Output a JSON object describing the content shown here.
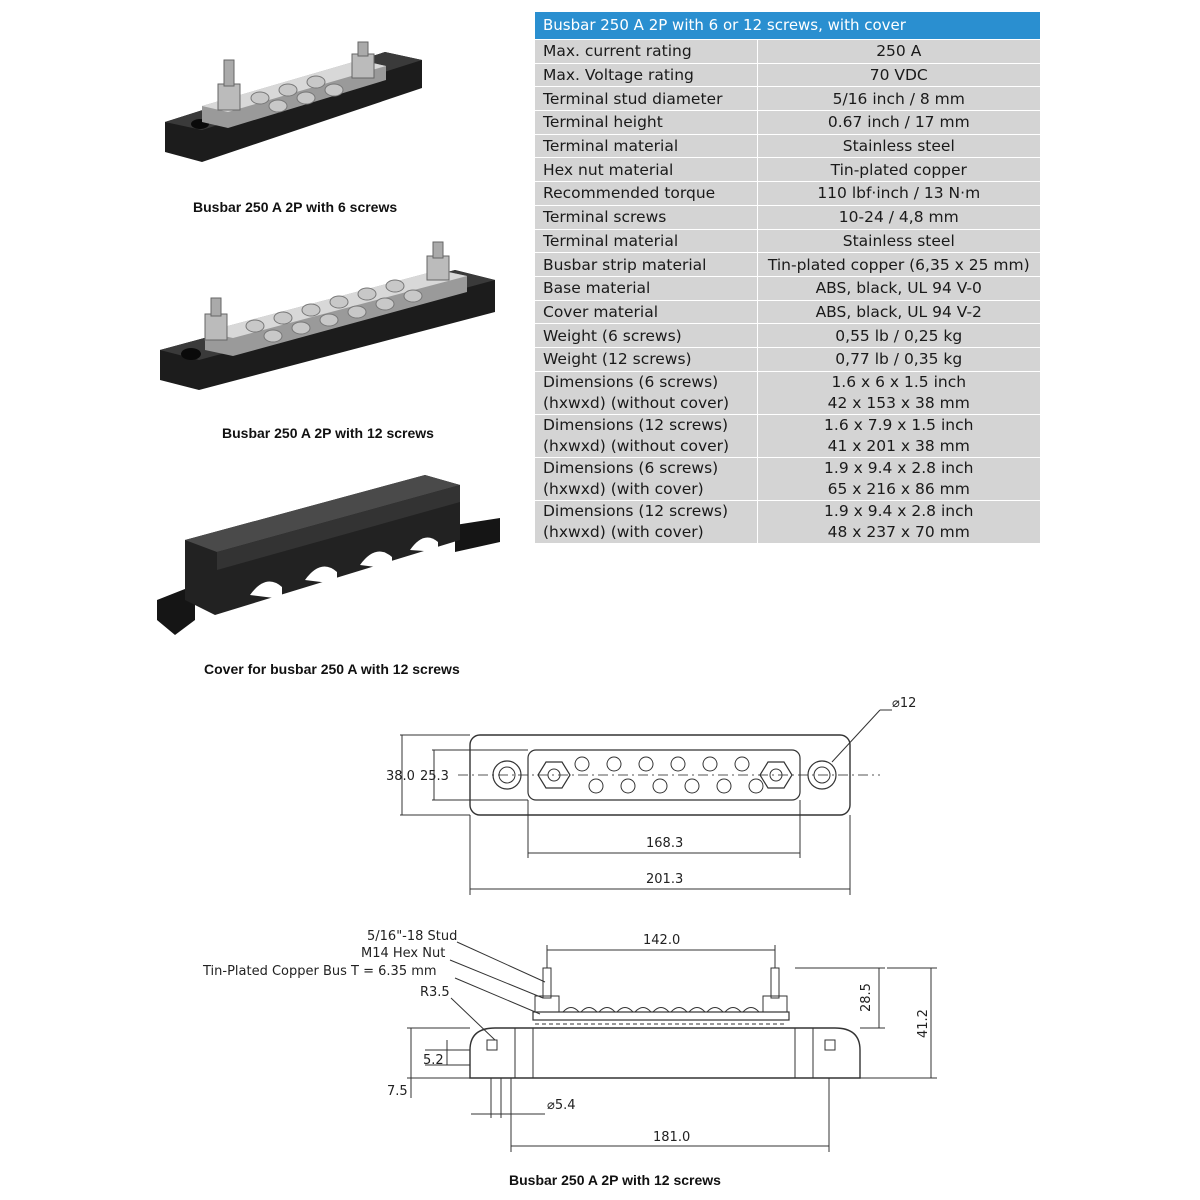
{
  "captions": {
    "photo1": "Busbar 250 A 2P with 6 screws",
    "photo2": "Busbar 250 A 2P with 12 screws",
    "photo3": "Cover for busbar 250 A with 12 screws",
    "drawing": "Busbar 250 A 2P with 12 screws"
  },
  "spec_table": {
    "header": "Busbar 250 A 2P with 6 or 12 screws, with cover",
    "rows": [
      {
        "label": "Max. current rating",
        "value": "250 A"
      },
      {
        "label": "Max. Voltage rating",
        "value": "70 VDC"
      },
      {
        "label": "Terminal stud diameter",
        "value": "5/16 inch / 8 mm"
      },
      {
        "label": "Terminal height",
        "value": "0.67 inch / 17 mm"
      },
      {
        "label": "Terminal material",
        "value": "Stainless steel"
      },
      {
        "label": "Hex nut material",
        "value": "Tin-plated copper"
      },
      {
        "label": "Recommended torque",
        "value": "110 lbf·inch / 13 N·m"
      },
      {
        "label": "Terminal screws",
        "value": "10-24 / 4,8 mm"
      },
      {
        "label": "Terminal material",
        "value": "Stainless steel"
      },
      {
        "label": "Busbar strip material",
        "value": "Tin-plated copper (6,35 x 25 mm)"
      },
      {
        "label": "Base material",
        "value": "ABS, black, UL 94 V-0"
      },
      {
        "label": "Cover material",
        "value": "ABS, black, UL 94 V-2"
      },
      {
        "label": "Weight (6 screws)",
        "value": "0,55 lb / 0,25 kg"
      },
      {
        "label": "Weight (12 screws)",
        "value": "0,77 lb / 0,35 kg"
      }
    ],
    "dimension_rows": [
      {
        "label1": "Dimensions (6 screws)",
        "label2": "(hxwxd) (without cover)",
        "value1": "1.6 x 6 x 1.5 inch",
        "value2": "42 x 153 x 38 mm"
      },
      {
        "label1": "Dimensions (12 screws)",
        "label2": "(hxwxd) (without cover)",
        "value1": "1.6 x 7.9 x 1.5 inch",
        "value2": "41 x 201 x 38 mm"
      },
      {
        "label1": "Dimensions (6 screws)",
        "label2": "(hxwxd) (with cover)",
        "value1": "1.9 x 9.4 x 2.8 inch",
        "value2": "65 x 216 x 86 mm"
      },
      {
        "label1": "Dimensions (12 screws)",
        "label2": "(hxwxd) (with cover)",
        "value1": "1.9 x 9.4 x 2.8 inch",
        "value2": "48 x 237 x 70 mm"
      }
    ]
  },
  "drawing_top": {
    "dim_hole": "⌀12",
    "dim_width": "38.0",
    "dim_strip": "25.3",
    "dim_strip_len": "168.3",
    "dim_total": "201.3"
  },
  "drawing_side": {
    "label_stud": "5/16\"-18 Stud",
    "label_nut": "M14 Hex Nut",
    "label_bus": "Tin-Plated Copper Bus T = 6.35 mm",
    "label_radius": "R3.5",
    "dim_stud_spacing": "142.0",
    "dim_height_top": "28.5",
    "dim_height_total": "41.2",
    "dim_base_step": "5.2",
    "dim_base": "7.5",
    "dim_hole": "⌀5.4",
    "dim_length": "181.0"
  }
}
